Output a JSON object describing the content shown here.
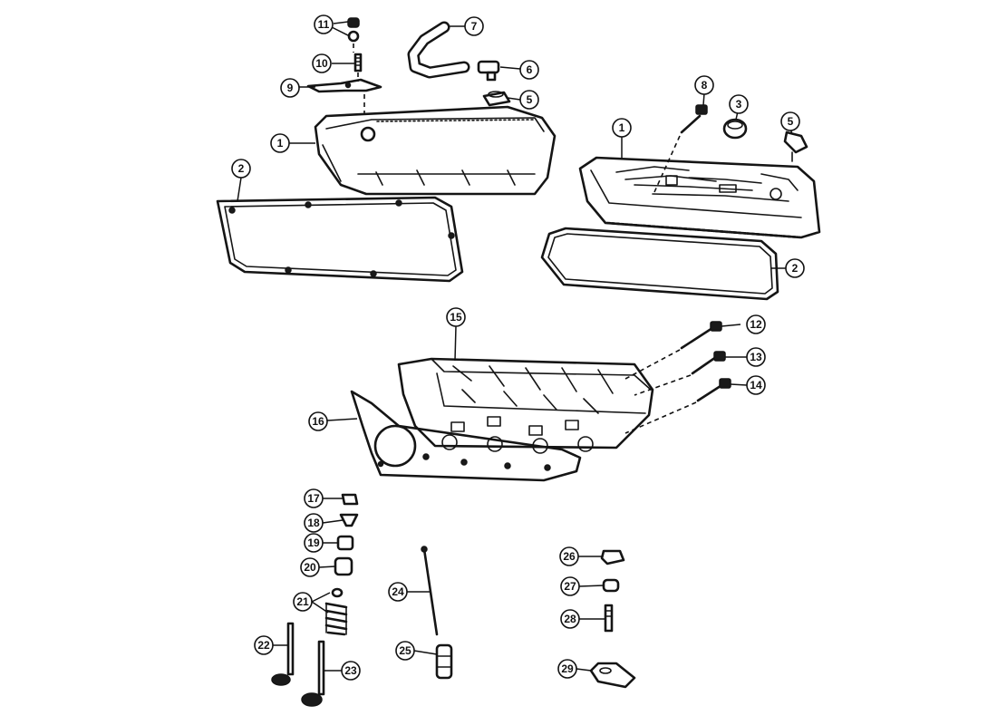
{
  "callouts": {
    "c1a": "1",
    "c1b": "1",
    "c2a": "2",
    "c2b": "2",
    "c3": "3",
    "c5a": "5",
    "c5b": "5",
    "c6": "6",
    "c7": "7",
    "c8": "8",
    "c9": "9",
    "c10": "10",
    "c11": "11",
    "c12": "12",
    "c13": "13",
    "c14": "14",
    "c15": "15",
    "c16": "16",
    "c17": "17",
    "c18": "18",
    "c19": "19",
    "c20": "20",
    "c21": "21",
    "c22": "22",
    "c23": "23",
    "c24": "24",
    "c25": "25",
    "c26": "26",
    "c27": "27",
    "c28": "28",
    "c29": "29"
  }
}
